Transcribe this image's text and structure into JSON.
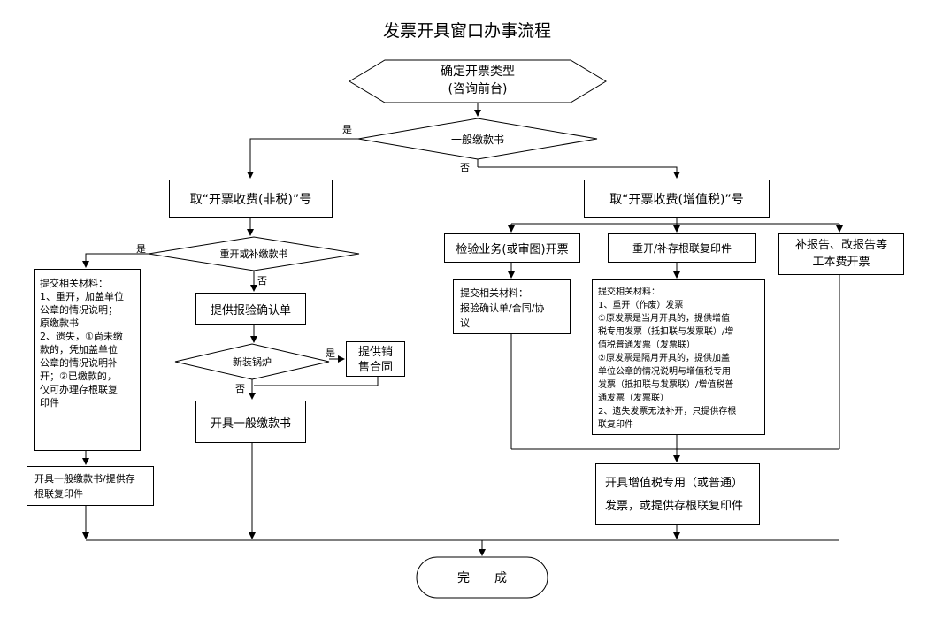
{
  "title": "发票开具窗口办事流程",
  "start": {
    "line1": "确定开票类型",
    "line2": "(咨询前台)"
  },
  "decision_general": {
    "label": "一般缴款书",
    "yes": "是",
    "no": "否"
  },
  "box_nontax": "取“开票收费(非税)”号",
  "box_vat": "取“开票收费(增值税)”号",
  "decision_reissue": {
    "label": "重开或补缴款书",
    "yes": "是",
    "no": "否"
  },
  "materials_left": {
    "lines": [
      "提交相关材料：",
      "1、重开，加盖单位",
      "公章的情况说明；",
      "原缴款书",
      "2、遗失，①尚未缴",
      "款的，凭加盖单位",
      "公章的情况说明补",
      "开；②已缴款的，",
      "仅可办理存根联复",
      "印件"
    ]
  },
  "box_confirm": "提供报验确认单",
  "decision_boiler": {
    "label": "新装锅炉",
    "yes": "是",
    "no": "否"
  },
  "box_contract": {
    "line1": "提供销",
    "line2": "售合同"
  },
  "box_general_issue": "开具一般缴款书",
  "box_left_output": {
    "line1": "开具一般缴款书/提供存",
    "line2": "根联复印件"
  },
  "box_inspection": "检验业务(或审图)开票",
  "box_reprint": "重开/补存根联复印件",
  "box_report": {
    "line1": "补报告、改报告等",
    "line2": "工本费开票"
  },
  "materials_inspection": {
    "lines": [
      "提交相关材料：",
      "报验确认单/合同/协",
      "议"
    ]
  },
  "materials_reprint": {
    "lines": [
      "提交相关材料：",
      "1、重开（作废）发票",
      "①原发票是当月开具的，提供增值",
      "税专用发票（抵扣联与发票联）/增",
      "值税普通发票（发票联）",
      "②原发票是隔月开具的，提供加盖",
      "单位公章的情况说明与增值税专用",
      "发票（抵扣联与发票联）/增值税普",
      "通发票（发票联）",
      "2、遗失发票无法补开，只提供存根",
      "联复印件"
    ]
  },
  "box_vat_output": {
    "line1": "开具增值税专用（或普通）",
    "line2": "发票，或提供存根联复印件"
  },
  "end": "完　　成"
}
